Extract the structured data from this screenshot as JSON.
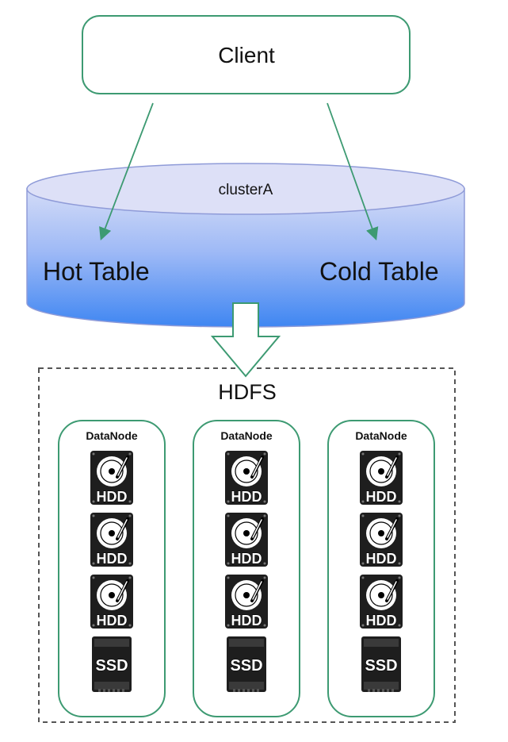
{
  "client": {
    "label": "Client"
  },
  "cluster": {
    "name": "clusterA",
    "hot_table": "Hot Table",
    "cold_table": "Cold Table"
  },
  "hdfs": {
    "label": "HDFS",
    "datanodes": [
      {
        "label": "DataNode",
        "disks": [
          "HDD",
          "HDD",
          "HDD",
          "SSD"
        ]
      },
      {
        "label": "DataNode",
        "disks": [
          "HDD",
          "HDD",
          "HDD",
          "SSD"
        ]
      },
      {
        "label": "DataNode",
        "disks": [
          "HDD",
          "HDD",
          "HDD",
          "SSD"
        ]
      }
    ]
  },
  "colors": {
    "green_stroke": "#3d9a72",
    "cylinder_top": "#dde0f7",
    "cylinder_body_top": "#cfd8f6",
    "cylinder_body_bottom": "#3f86f2",
    "disk_body": "#1e1e1e"
  },
  "icons": {
    "hdd": "hard-disk-drive-icon",
    "ssd": "solid-state-drive-icon"
  }
}
